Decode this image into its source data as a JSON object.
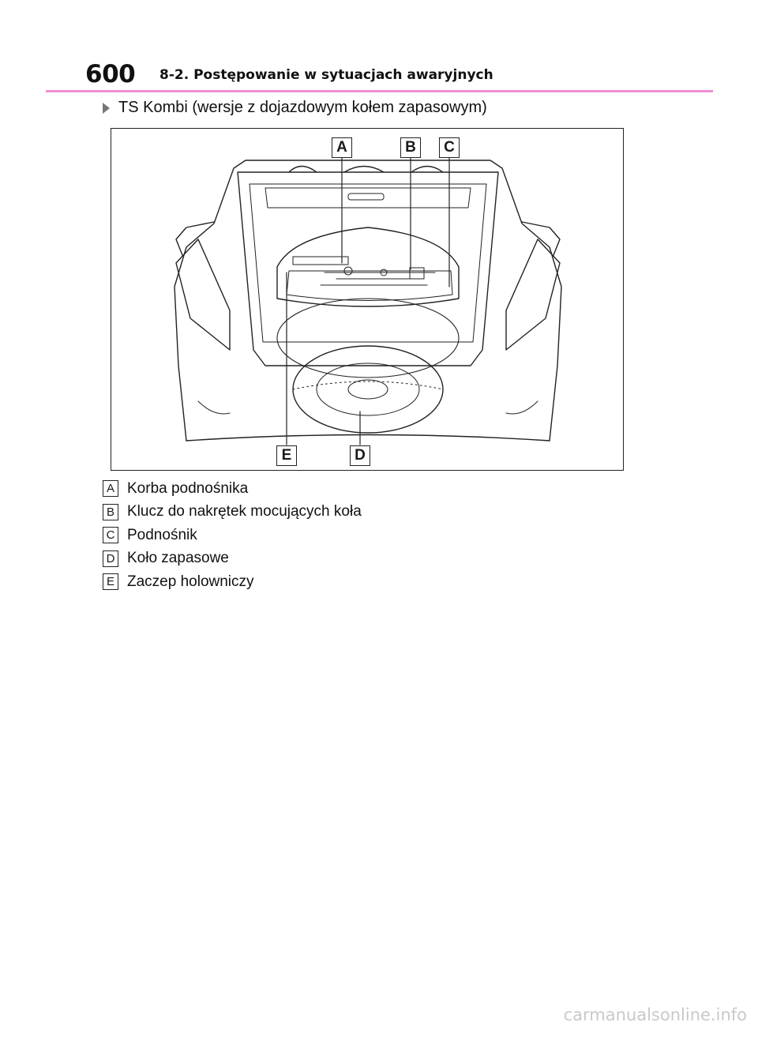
{
  "header": {
    "page_number": "600",
    "section_title": "8-2. Postępowanie w sytuacjach awaryjnych",
    "rule_color": "#ee8fd3"
  },
  "variant": {
    "bullet_icon": "triangle-right-icon",
    "text": "TS Kombi (wersje z dojazdowym kołem zapasowym)"
  },
  "figure": {
    "callouts": [
      "A",
      "B",
      "C",
      "D",
      "E"
    ]
  },
  "legend": [
    {
      "letter": "A",
      "text": "Korba podnośnika"
    },
    {
      "letter": "B",
      "text": "Klucz do nakrętek mocujących koła"
    },
    {
      "letter": "C",
      "text": "Podnośnik"
    },
    {
      "letter": "D",
      "text": "Koło zapasowe"
    },
    {
      "letter": "E",
      "text": "Zaczep holowniczy"
    }
  ],
  "watermark": "carmanualsonline.info"
}
